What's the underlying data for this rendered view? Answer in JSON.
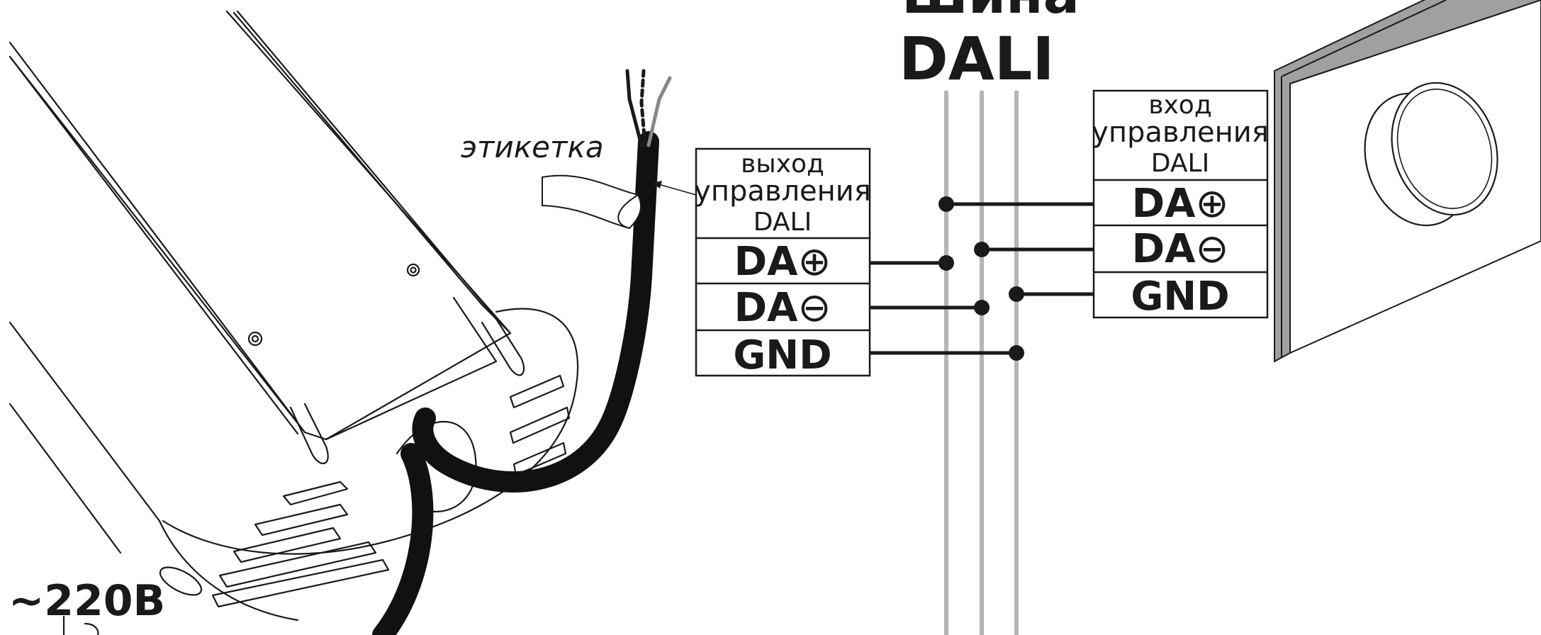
{
  "bus": {
    "line1": "Шина",
    "line2": "DALI"
  },
  "label_tag": "этикетка",
  "power_label": "~220В",
  "left_block": {
    "title": [
      "выход",
      "управления",
      "DALI"
    ],
    "rows": [
      {
        "prefix": "DA",
        "symbol": "⊕"
      },
      {
        "prefix": "DA",
        "symbol": "⊖"
      },
      {
        "prefix": "GND",
        "symbol": ""
      }
    ]
  },
  "right_block": {
    "title": [
      "вход",
      "управления",
      "DALI"
    ],
    "rows": [
      {
        "prefix": "DA",
        "symbol": "⊕"
      },
      {
        "prefix": "DA",
        "symbol": "⊖"
      },
      {
        "prefix": "GND",
        "symbol": ""
      }
    ]
  },
  "colors": {
    "ink": "#1a1a1a",
    "bus_line": "#b5b5b5",
    "wall_edge": "#a0a0a0"
  }
}
